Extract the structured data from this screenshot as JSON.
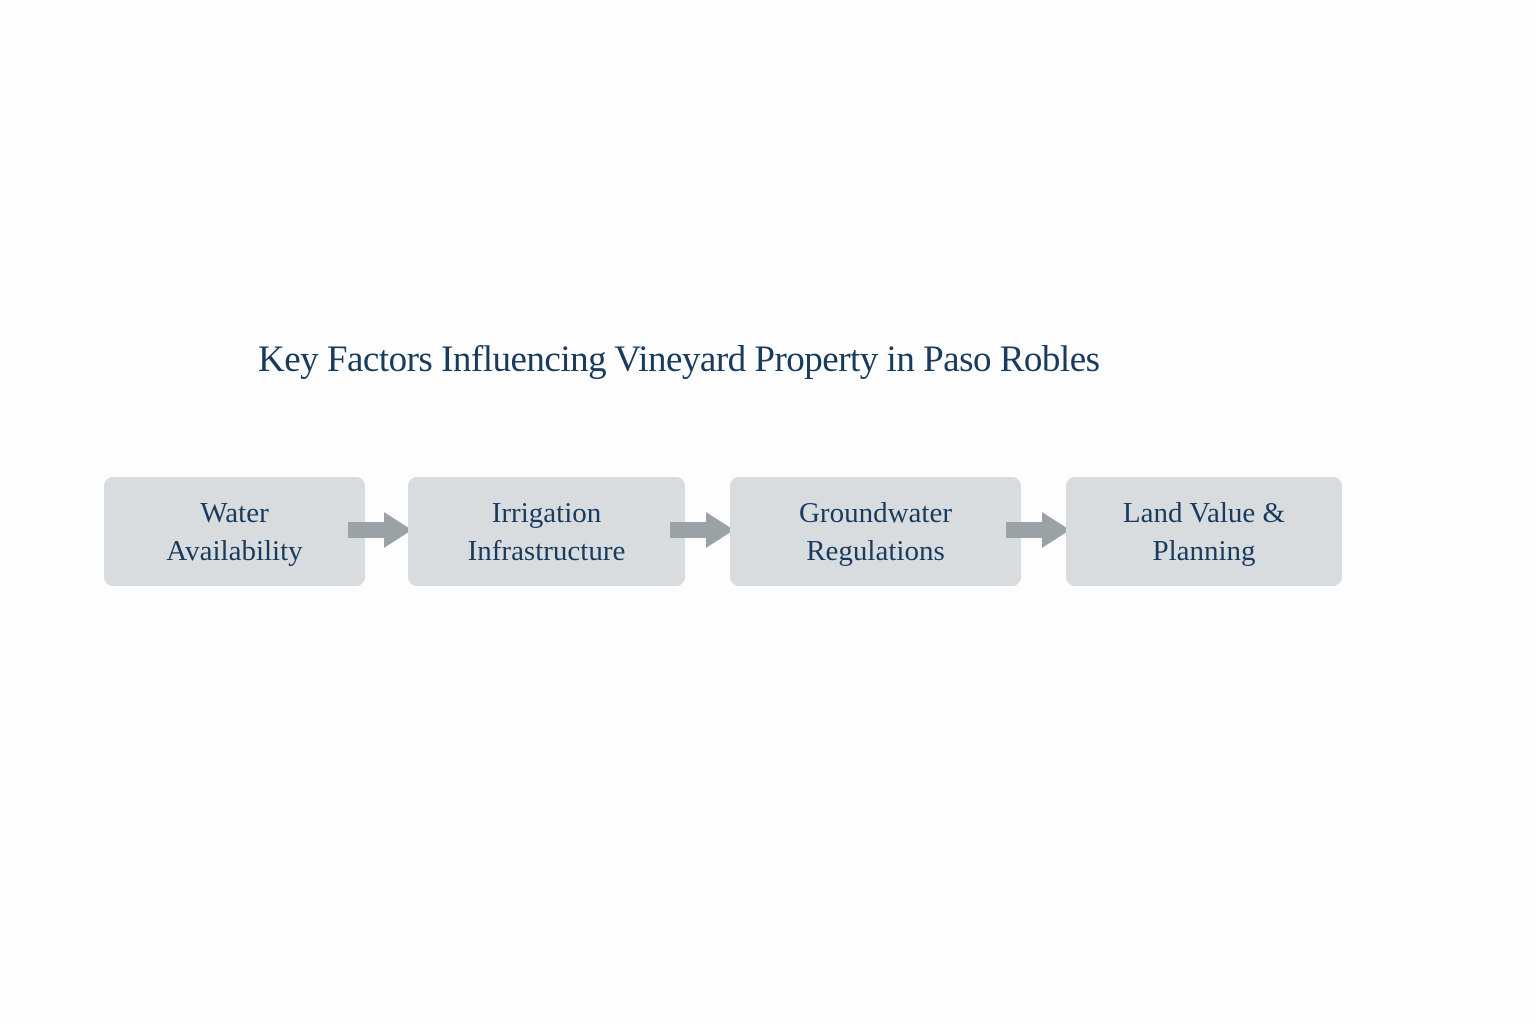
{
  "title": "Key Factors Influencing Vineyard Property in Paso Robles",
  "colors": {
    "box": "#d8dcdf",
    "text": "#183b5e",
    "arrow": "#9aa2a6"
  },
  "steps": [
    {
      "line1": "Water",
      "line2": "Availability"
    },
    {
      "line1": "Irrigation",
      "line2": "Infrastructure"
    },
    {
      "line1": "Groundwater",
      "line2": "Regulations"
    },
    {
      "line1": "Land Value &",
      "line2": "Planning"
    }
  ]
}
